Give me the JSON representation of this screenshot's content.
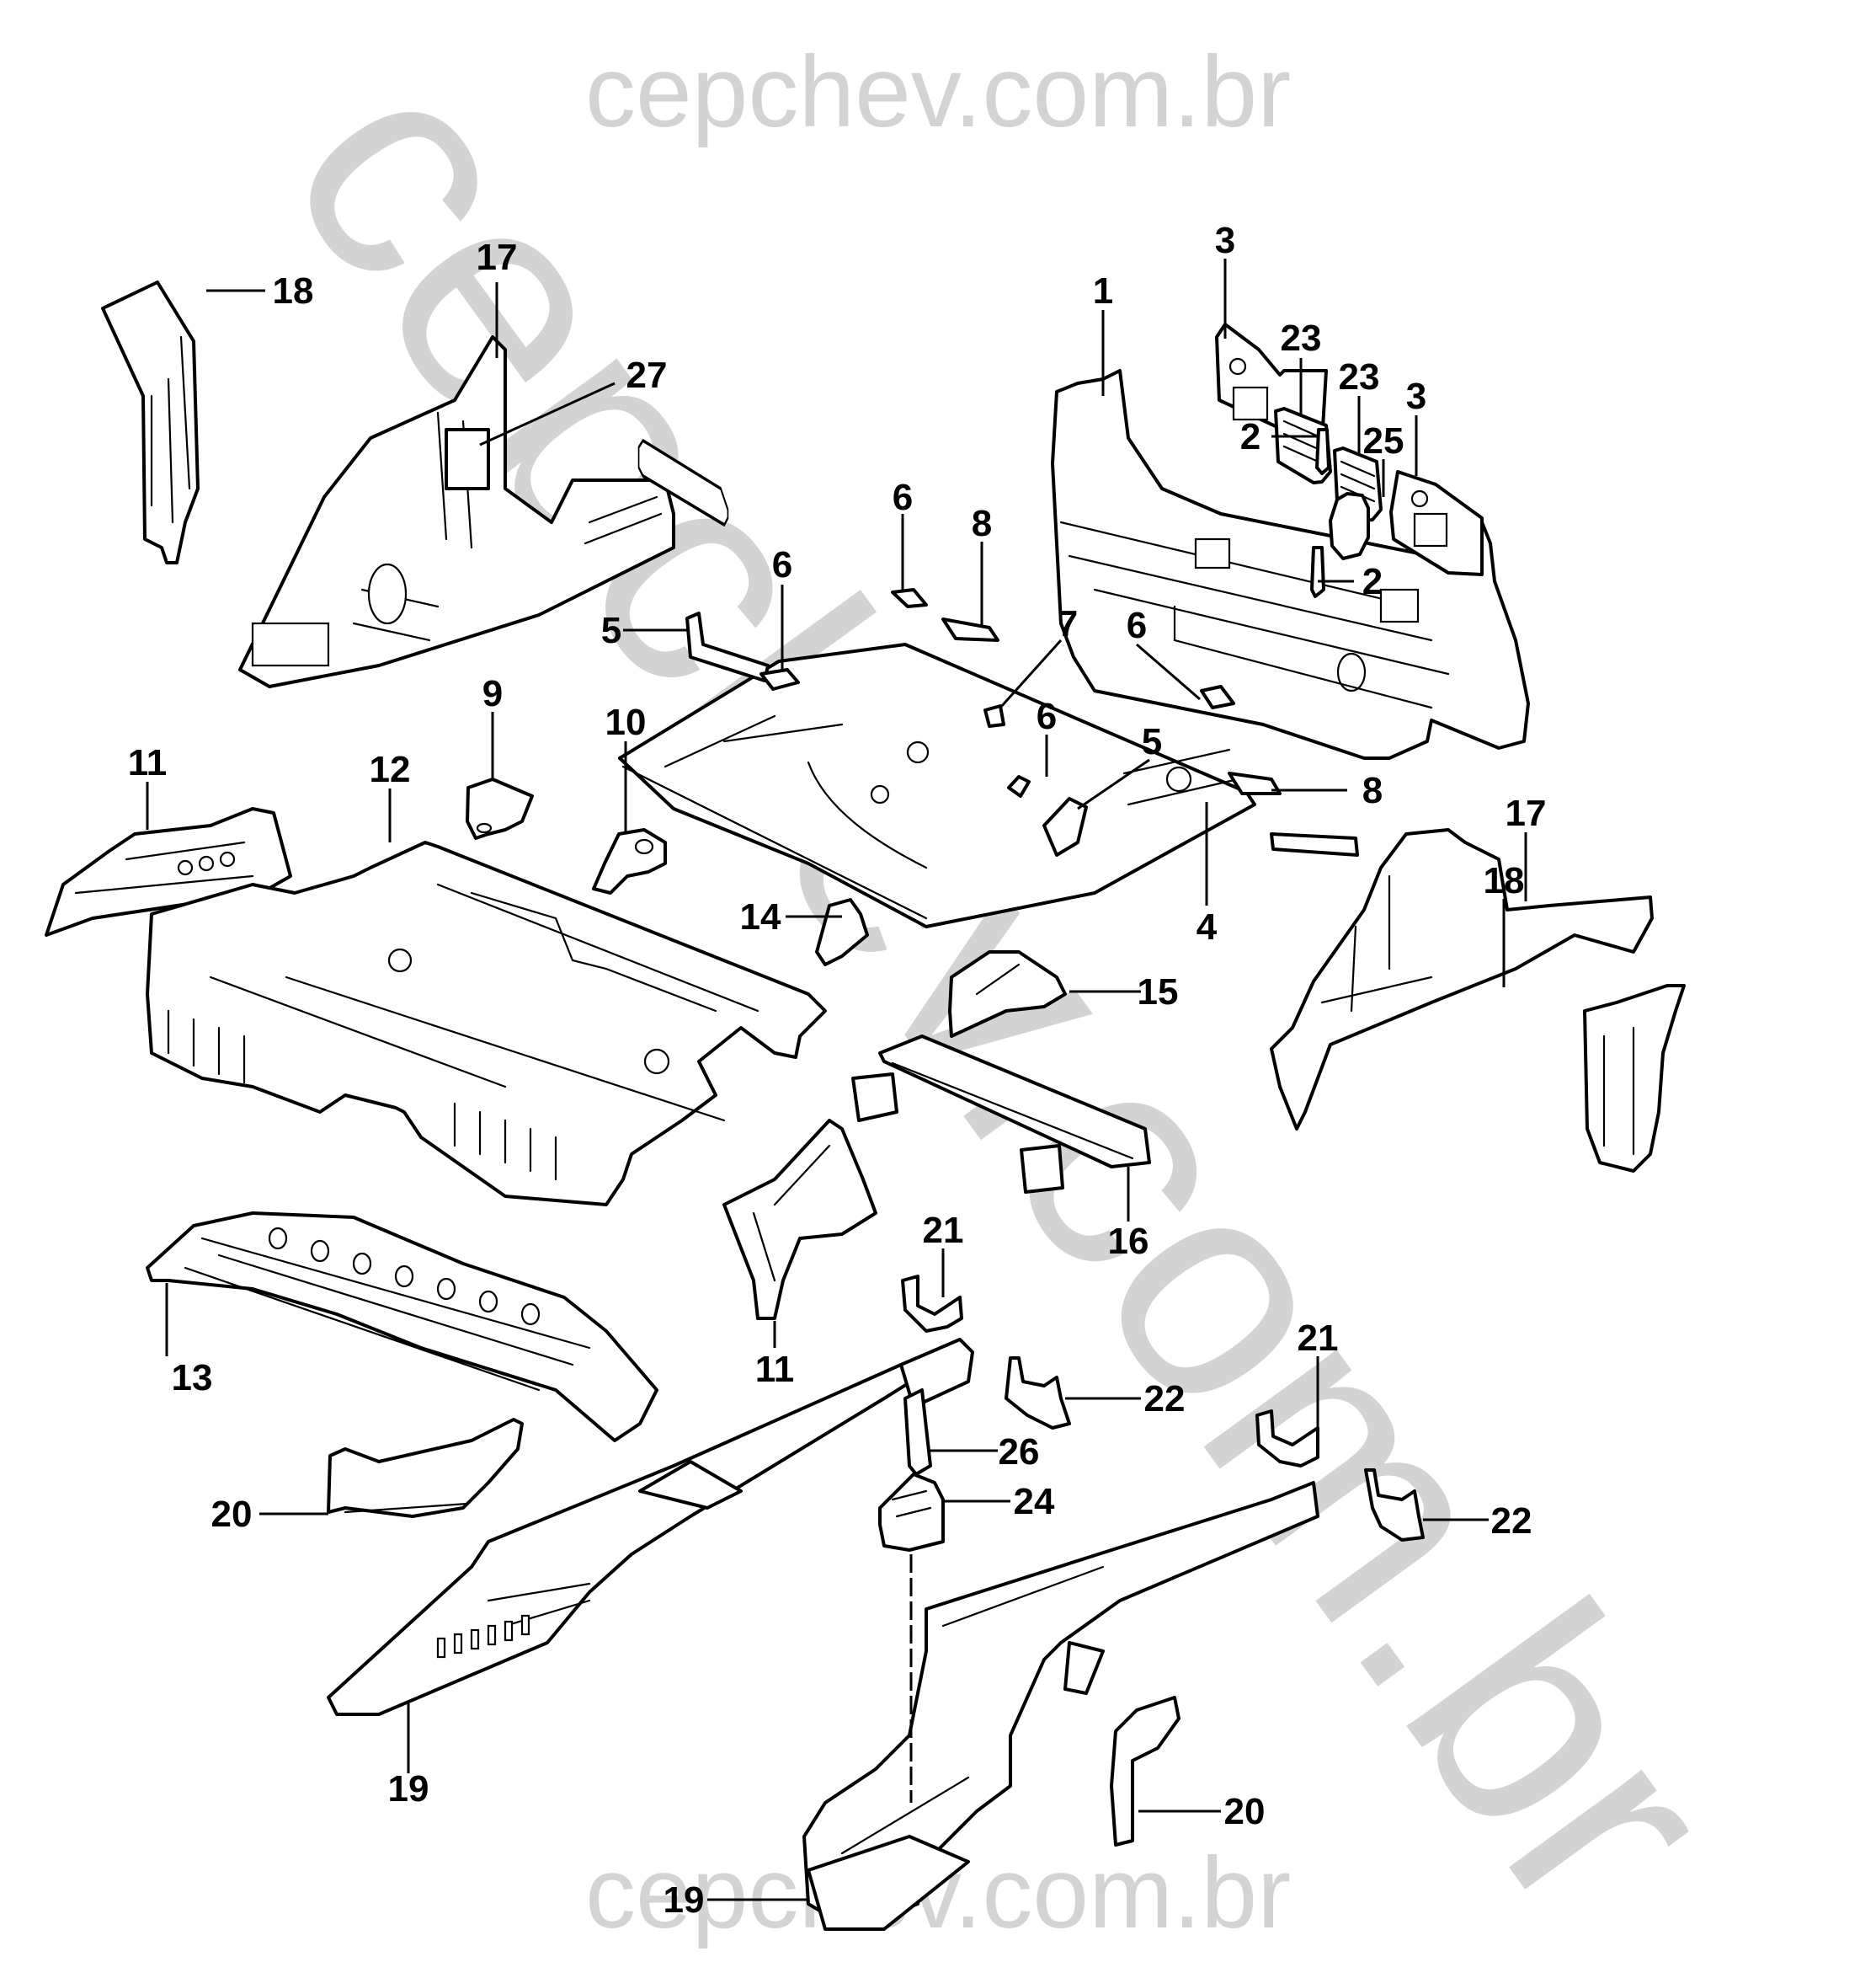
{
  "diagram": {
    "title": "Exploded view - floor panel, rear panel, wheelhouse and rail assemblies",
    "watermark": {
      "text": "cepchev.com.br",
      "color": "#d3d3d3",
      "placements": [
        "top-center",
        "bottom-center",
        "diagonal-center"
      ]
    },
    "line_color": "#000000",
    "background": "#ffffff",
    "callouts": [
      {
        "id": "c1",
        "number": "1",
        "part": "rear-end-panel"
      },
      {
        "id": "c2a",
        "number": "2",
        "part": "rear-panel-small-bracket-left"
      },
      {
        "id": "c2b",
        "number": "2",
        "part": "rear-panel-small-bracket-right"
      },
      {
        "id": "c3a",
        "number": "3",
        "part": "rear-panel-reinforcement-plate-left"
      },
      {
        "id": "c3b",
        "number": "3",
        "part": "rear-panel-reinforcement-plate-right"
      },
      {
        "id": "c4",
        "number": "4",
        "part": "rear-floor-panel"
      },
      {
        "id": "c5a",
        "number": "5",
        "part": "floor-bracket-left"
      },
      {
        "id": "c5b",
        "number": "5",
        "part": "floor-bracket-center"
      },
      {
        "id": "c6a",
        "number": "6",
        "part": "clip-left"
      },
      {
        "id": "c6b",
        "number": "6",
        "part": "clip-top"
      },
      {
        "id": "c6c",
        "number": "6",
        "part": "clip-center"
      },
      {
        "id": "c6d",
        "number": "6",
        "part": "clip-right"
      },
      {
        "id": "c7",
        "number": "7",
        "part": "floor-clip"
      },
      {
        "id": "c8a",
        "number": "8",
        "part": "floor-plate-top"
      },
      {
        "id": "c8b",
        "number": "8",
        "part": "floor-plate-right"
      },
      {
        "id": "c9",
        "number": "9",
        "part": "seat-anchor-bracket"
      },
      {
        "id": "c10",
        "number": "10",
        "part": "seat-anchor-plate"
      },
      {
        "id": "c11a",
        "number": "11",
        "part": "floor-extension-left"
      },
      {
        "id": "c11b",
        "number": "11",
        "part": "floor-extension-center"
      },
      {
        "id": "c12",
        "number": "12",
        "part": "front-floor-panel"
      },
      {
        "id": "c13",
        "number": "13",
        "part": "dash-cowl-panel"
      },
      {
        "id": "c14",
        "number": "14",
        "part": "floor-gusset-small"
      },
      {
        "id": "c15",
        "number": "15",
        "part": "floor-gusset-large"
      },
      {
        "id": "c16",
        "number": "16",
        "part": "floor-crossmember"
      },
      {
        "id": "c17a",
        "number": "17",
        "part": "wheelhouse-left"
      },
      {
        "id": "c17b",
        "number": "17",
        "part": "wheelhouse-right"
      },
      {
        "id": "c18a",
        "number": "18",
        "part": "hinge-pillar-left"
      },
      {
        "id": "c18b",
        "number": "18",
        "part": "hinge-pillar-right"
      },
      {
        "id": "c19a",
        "number": "19",
        "part": "front-rail-left"
      },
      {
        "id": "c19b",
        "number": "19",
        "part": "front-rail-right"
      },
      {
        "id": "c20a",
        "number": "20",
        "part": "rail-extension-left"
      },
      {
        "id": "c20b",
        "number": "20",
        "part": "rail-extension-right"
      },
      {
        "id": "c21a",
        "number": "21",
        "part": "mount-bracket-left"
      },
      {
        "id": "c21b",
        "number": "21",
        "part": "mount-bracket-right"
      },
      {
        "id": "c22a",
        "number": "22",
        "part": "rail-bracket-left"
      },
      {
        "id": "c22b",
        "number": "22",
        "part": "rail-bracket-right"
      },
      {
        "id": "c23a",
        "number": "23",
        "part": "vent-grille-left"
      },
      {
        "id": "c23b",
        "number": "23",
        "part": "vent-grille-right"
      },
      {
        "id": "c24",
        "number": "24",
        "part": "control-module"
      },
      {
        "id": "c25",
        "number": "25",
        "part": "rear-panel-plate"
      },
      {
        "id": "c26",
        "number": "26",
        "part": "rail-hook"
      },
      {
        "id": "c27",
        "number": "27",
        "part": "wheelhouse-bracket"
      }
    ]
  }
}
